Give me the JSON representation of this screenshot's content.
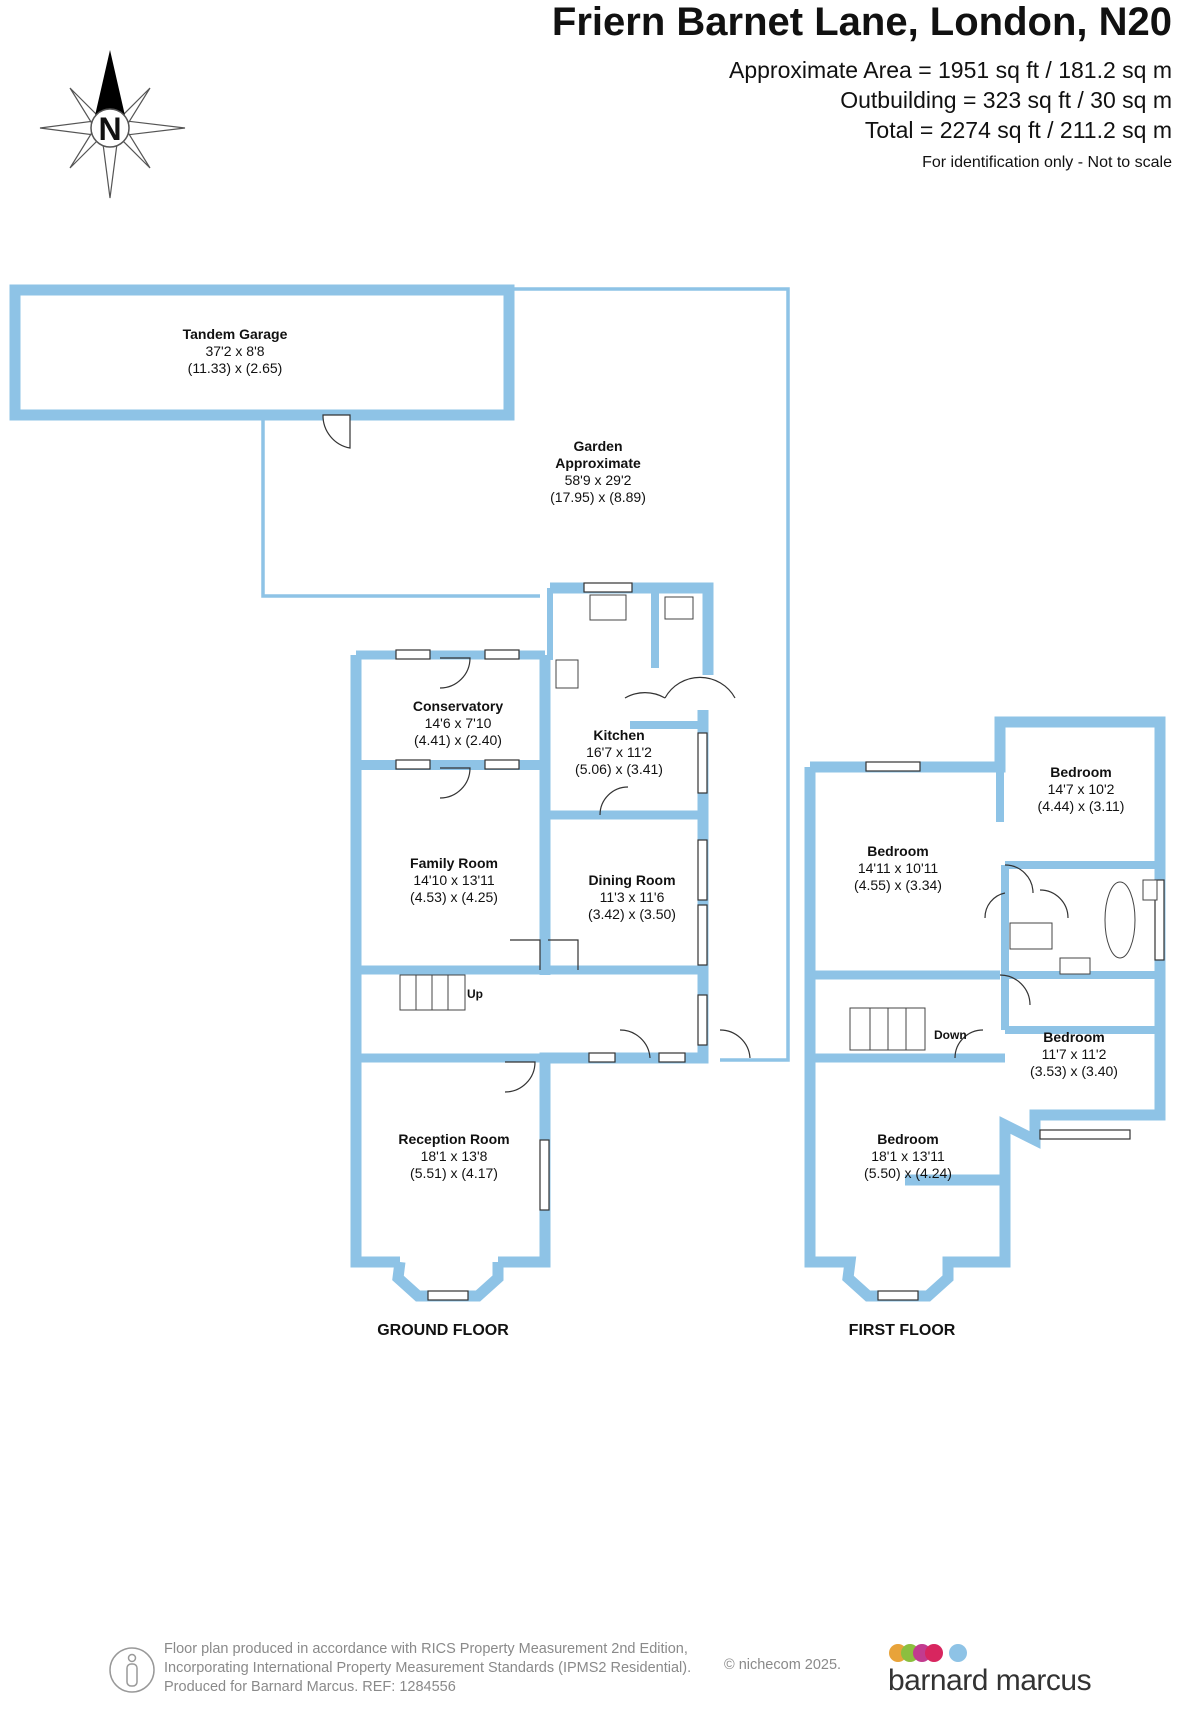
{
  "header": {
    "title": "Friern Barnet Lane, London, N20",
    "area_lines": [
      "Approximate Area = 1951 sq ft / 181.2 sq m",
      "Outbuilding = 323 sq ft / 30 sq m",
      "Total = 2274 sq ft / 211.2 sq m"
    ],
    "note": "For identification only - Not to scale"
  },
  "compass": {
    "label": "N"
  },
  "rooms": {
    "garage": {
      "name": "Tandem Garage",
      "dims": "37'2 x 8'8",
      "metric": "(11.33) x (2.65)"
    },
    "garden": {
      "name": "Garden",
      "name2": "Approximate",
      "dims": "58'9 x 29'2",
      "metric": "(17.95) x (8.89)"
    },
    "conservatory": {
      "name": "Conservatory",
      "dims": "14'6 x 7'10",
      "metric": "(4.41) x (2.40)"
    },
    "kitchen": {
      "name": "Kitchen",
      "dims": "16'7 x 11'2",
      "metric": "(5.06) x (3.41)"
    },
    "family": {
      "name": "Family Room",
      "dims": "14'10 x 13'11",
      "metric": "(4.53) x (4.25)"
    },
    "dining": {
      "name": "Dining Room",
      "dims": "11'3 x 11'6",
      "metric": "(3.42) x (3.50)"
    },
    "reception": {
      "name": "Reception Room",
      "dims": "18'1 x 13'8",
      "metric": "(5.51) x (4.17)"
    },
    "bed1": {
      "name": "Bedroom",
      "dims": "14'11 x 10'11",
      "metric": "(4.55) x (3.34)"
    },
    "bed2": {
      "name": "Bedroom",
      "dims": "14'7 x 10'2",
      "metric": "(4.44) x (3.11)"
    },
    "bed3": {
      "name": "Bedroom",
      "dims": "11'7 x 11'2",
      "metric": "(3.53) x (3.40)"
    },
    "bed4": {
      "name": "Bedroom",
      "dims": "18'1 x 13'11",
      "metric": "(5.50) x (4.24)"
    }
  },
  "stairs": {
    "up": "Up",
    "down": "Down"
  },
  "floors": {
    "ground": "GROUND FLOOR",
    "first": "FIRST FLOOR"
  },
  "footer": {
    "lines": [
      "Floor plan produced in accordance with RICS Property Measurement 2nd Edition,",
      "Incorporating International Property Measurement Standards (IPMS2 Residential).",
      "Produced for Barnard Marcus.    REF: 1284556"
    ],
    "copyright": "© nichecom 2025.",
    "brand": "barnard marcus",
    "brand_dot_colors": [
      "#e8a33a",
      "#8cbf3f",
      "#c23b8f",
      "#d8265f",
      "#8ec3e6"
    ]
  },
  "colors": {
    "wall": "#8ec3e6"
  }
}
